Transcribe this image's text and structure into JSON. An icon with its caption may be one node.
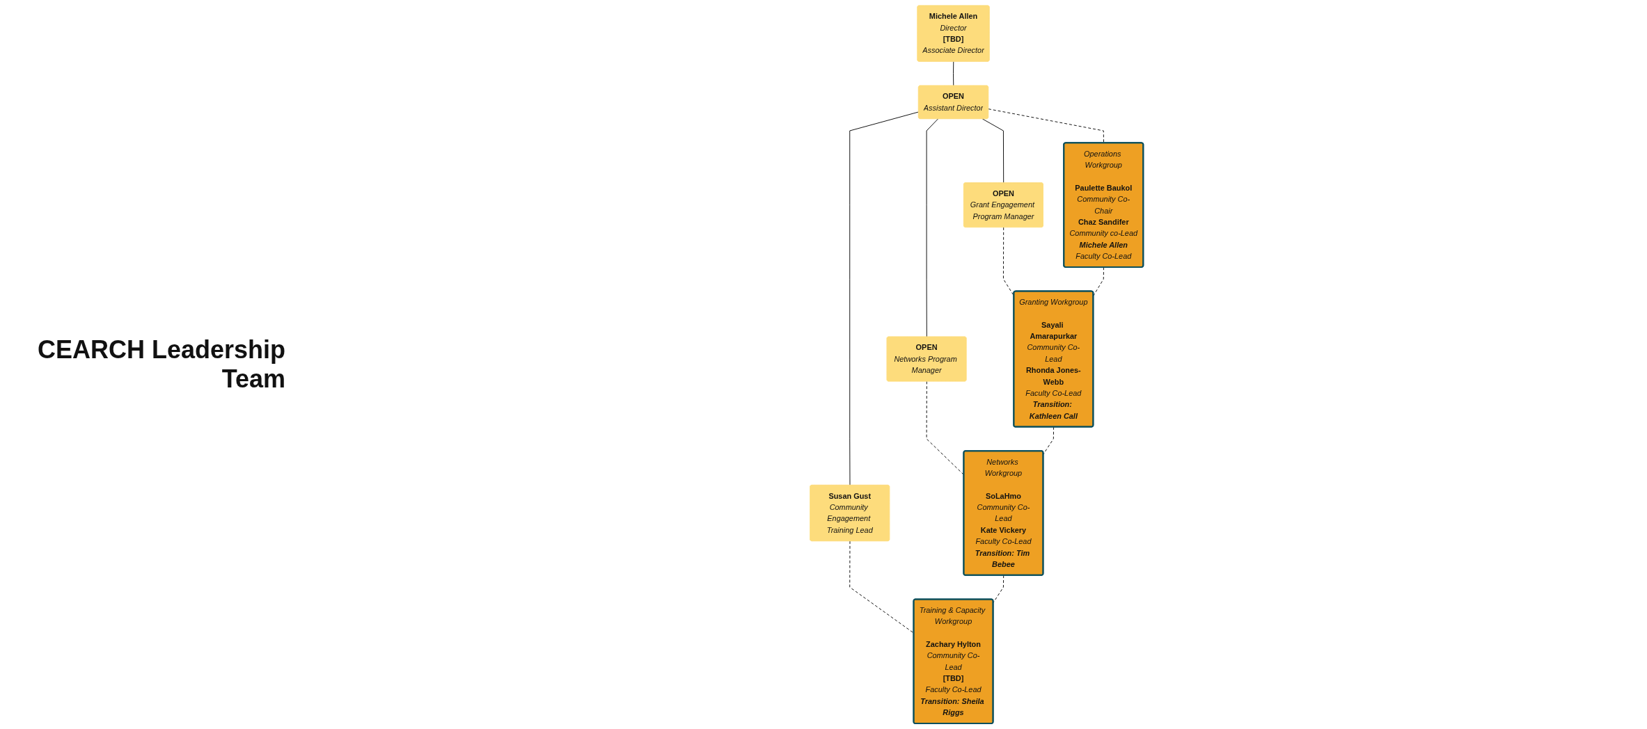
{
  "diagram": {
    "nodes": [
      {
        "text": [
          "Michele Allen",
          "Director",
          "[TBD]",
          "Associate Director"
        ]
      },
      {
        "text": [
          "OPEN",
          "Assistant Director"
        ]
      },
      {
        "text": [
          "OPEN",
          "Grant Engagement Program Manager"
        ]
      },
      {
        "text": [
          "OPEN",
          "Networks Program Manager"
        ]
      },
      {
        "text": [
          "Susan Gust",
          "Community Engagement Training Lead"
        ]
      },
      {
        "text": [
          "Operations Workgroup",
          "Paulette Baukol",
          "Community Co-Chair",
          "Chaz Sandifer",
          "Community co-Lead",
          "Michele Allen",
          "Faculty Co-Lead"
        ]
      },
      {
        "text": [
          "Granting Workgroup",
          "Sayali Amarapurkar",
          "Community Co-Lead",
          "Rhonda Jones-Webb",
          "Faculty Co-Lead",
          "Transition: Kathleen Call"
        ]
      },
      {
        "text": [
          "Networks Workgroup",
          "SoLaHmo",
          "Community Co-Lead",
          "Kate Vickery",
          "Faculty Co-Lead",
          "Transition: Tim Bebee"
        ]
      },
      {
        "text": [
          "Training & Capacity Workgroup",
          "Zachary Hylton",
          "Community Co-Lead",
          "[TBD]",
          "Faculty Co-Lead",
          "Transition: Sheila Riggs"
        ]
      }
    ],
    "edges": [
      {
        "from": 0,
        "to": 1,
        "arrow": "none"
      },
      {
        "from": 1,
        "to": 5,
        "arrow": "none",
        "style": "dashed"
      },
      {
        "from": 1,
        "to": 2,
        "arrow": "none"
      },
      {
        "from": 1,
        "to": 3,
        "arrow": "none"
      },
      {
        "from": 1,
        "to": 4,
        "arrow": "none"
      },
      {
        "from": 2,
        "to": 6,
        "arrow": "none",
        "style": "dashed"
      },
      {
        "from": 3,
        "to": 7,
        "arrow": "none",
        "style": "dashed"
      },
      {
        "from": 4,
        "to": 8,
        "arrow": "none",
        "style": "dashed"
      },
      {
        "from": 5,
        "to": 6,
        "arrow": "none",
        "style": "dashed"
      },
      {
        "from": 6,
        "to": 7,
        "arrow": "none",
        "style": "dashed"
      },
      {
        "from": 7,
        "to": 8,
        "arrow": "none",
        "style": "dashed"
      }
    ],
    "labels": [
      "CEARCH Leadership Team"
    ]
  }
}
